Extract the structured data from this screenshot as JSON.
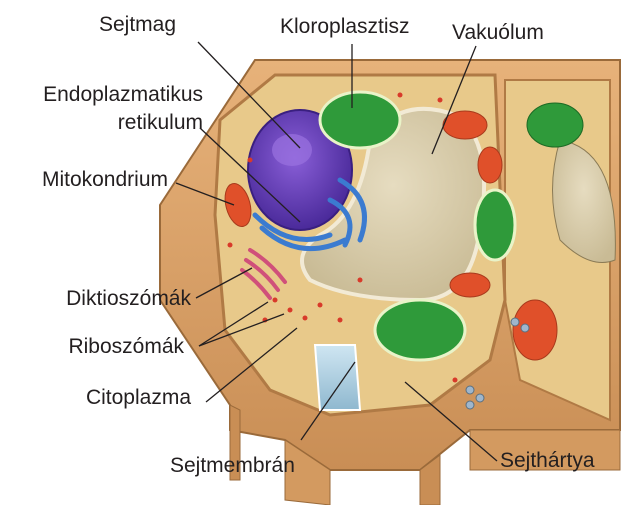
{
  "labels": {
    "nucleus": "Sejtmag",
    "chloroplast": "Kloroplasztisz",
    "vacuole": "Vakuólum",
    "er_line1": "Endoplazmatikus",
    "er_line2": "retikulum",
    "mitochondrion": "Mitokondrium",
    "golgi": "Diktioszómák",
    "ribosomes": "Riboszómák",
    "cytoplasm": "Citoplazma",
    "cell_wall": "Sejthártya",
    "cell_membrane": "Sejtmembrán"
  },
  "colors": {
    "cell_wall": "#d9a46a",
    "cytoplasm": "#e8c98a",
    "vacuole": "#d8ccaa",
    "nucleus": "#6a3fb3",
    "er": "#3b7bd0",
    "chloroplast": "#2f9a3a",
    "mitochondrion": "#e0502a",
    "golgi": "#d0507a",
    "leader_line": "#231f20"
  }
}
